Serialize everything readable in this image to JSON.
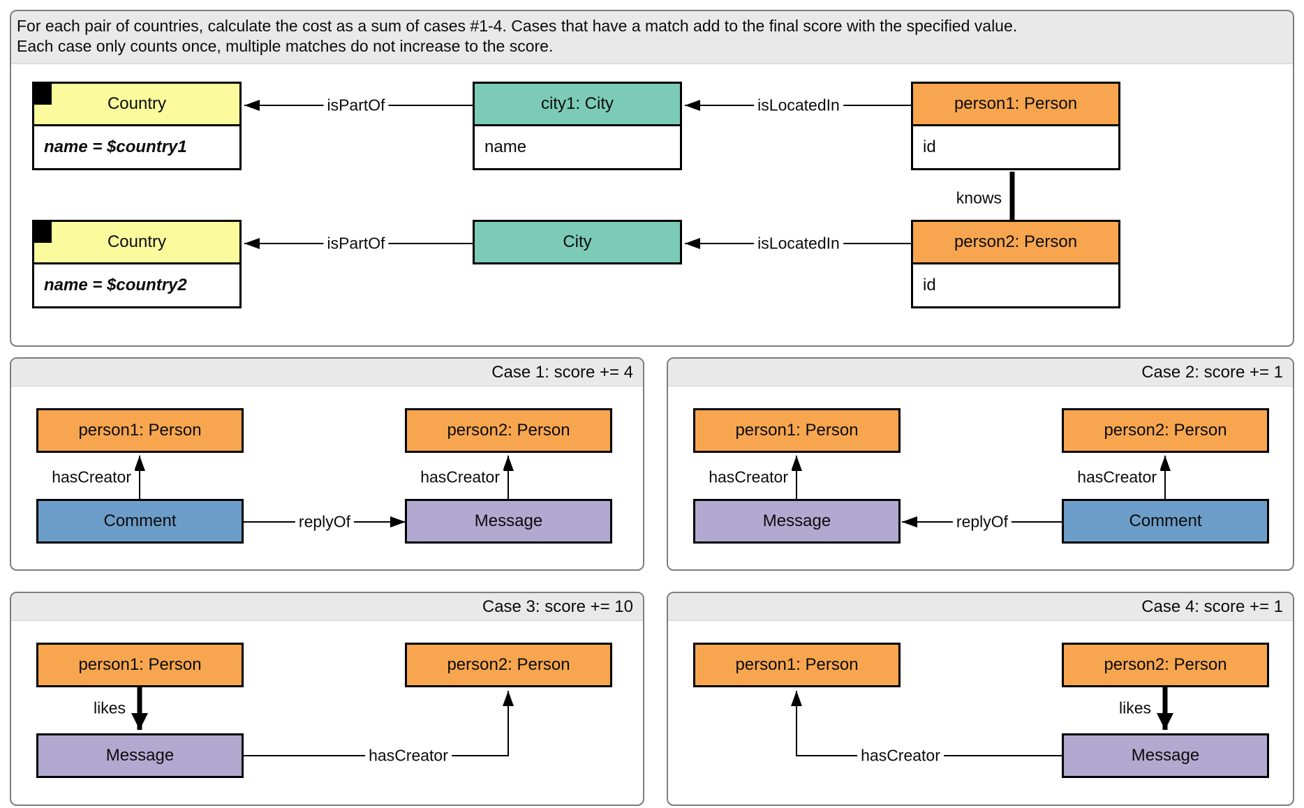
{
  "description": "For each pair of countries, calculate the cost as a sum of cases #1-4. Cases that have a match add to the final score with the specified value. Each case only counts once, multiple matches do not increase to the score.",
  "colors": {
    "country": "#FBFB9E",
    "city": "#7CCBB7",
    "person": "#F7A64F",
    "comment": "#6D9DC9",
    "message": "#B2A9D1",
    "panel_header": "#E9E9E9"
  },
  "main": {
    "country1": {
      "title": "Country",
      "attribute": "name = $country1"
    },
    "city1": {
      "title": "city1: City",
      "attribute": "name"
    },
    "person1": {
      "title": "person1: Person",
      "attribute": "id"
    },
    "country2": {
      "title": "Country",
      "attribute": "name = $country2"
    },
    "city2": {
      "title": "City"
    },
    "person2": {
      "title": "person2: Person",
      "attribute": "id"
    },
    "labels": {
      "isPartOf": "isPartOf",
      "isLocatedIn": "isLocatedIn",
      "knows": "knows"
    }
  },
  "cases": [
    {
      "title": "Case 1: score += 4",
      "person1": "person1: Person",
      "person2": "person2: Person",
      "comment": "Comment",
      "message": "Message",
      "has_creator": "hasCreator",
      "reply_of": "replyOf"
    },
    {
      "title": "Case 2: score += 1",
      "person1": "person1: Person",
      "person2": "person2: Person",
      "comment": "Comment",
      "message": "Message",
      "has_creator": "hasCreator",
      "reply_of": "replyOf"
    },
    {
      "title": "Case 3: score += 10",
      "person1": "person1: Person",
      "person2": "person2: Person",
      "message": "Message",
      "has_creator": "hasCreator",
      "likes": "likes"
    },
    {
      "title": "Case 4: score += 1",
      "person1": "person1: Person",
      "person2": "person2: Person",
      "message": "Message",
      "has_creator": "hasCreator",
      "likes": "likes"
    }
  ]
}
